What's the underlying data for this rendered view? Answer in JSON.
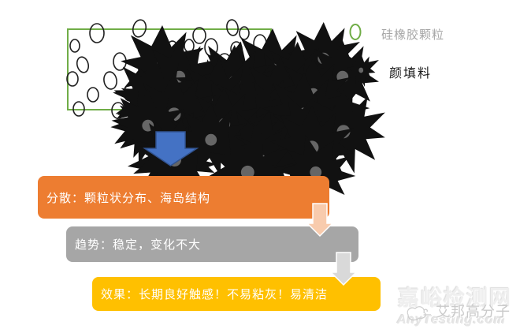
{
  "diagram": {
    "legend": {
      "items": [
        {
          "icon": "ellipse-outline",
          "label": "硅橡胶颗粒",
          "icon_color": "#70AD47",
          "text_color": "#A6A6A6"
        },
        {
          "icon": "star-splat",
          "label": "颜填料",
          "icon_color": "#111111",
          "text_color": "#1A1A1A"
        }
      ]
    },
    "specimen_box": {
      "border_color": "#70AD47",
      "ellipse_stroke_color": "#1F1F1F",
      "star_fill_color": "#111111",
      "ellipses": [
        [
          48,
          20,
          9,
          12,
          0
        ],
        [
          102,
          14,
          8,
          11,
          15
        ],
        [
          178,
          23,
          8,
          10,
          0
        ],
        [
          220,
          13,
          7,
          10,
          -10
        ],
        [
          235,
          20,
          6,
          8,
          0
        ],
        [
          255,
          33,
          8,
          11,
          0
        ],
        [
          20,
          36,
          6,
          8,
          0
        ],
        [
          143,
          40,
          7,
          10,
          10
        ],
        [
          165,
          36,
          6,
          8,
          0
        ],
        [
          193,
          38,
          8,
          11,
          0
        ],
        [
          225,
          40,
          7,
          9,
          0
        ],
        [
          30,
          60,
          7,
          10,
          -15
        ],
        [
          77,
          56,
          8,
          11,
          0
        ],
        [
          125,
          58,
          7,
          10,
          0
        ],
        [
          155,
          63,
          6,
          8,
          10
        ],
        [
          210,
          56,
          8,
          10,
          0
        ],
        [
          245,
          60,
          7,
          10,
          20
        ],
        [
          17,
          78,
          7,
          9,
          0
        ],
        [
          65,
          80,
          8,
          11,
          -10
        ],
        [
          110,
          76,
          7,
          10,
          0
        ],
        [
          183,
          78,
          7,
          9,
          0
        ],
        [
          260,
          78,
          7,
          10,
          0
        ],
        [
          43,
          98,
          7,
          9,
          0
        ],
        [
          90,
          96,
          8,
          10,
          0
        ],
        [
          147,
          100,
          7,
          9,
          15
        ],
        [
          175,
          93,
          6,
          8,
          0
        ],
        [
          230,
          96,
          8,
          10,
          -15
        ],
        [
          25,
          116,
          7,
          9,
          0
        ],
        [
          75,
          118,
          8,
          10,
          0
        ],
        [
          123,
          120,
          8,
          10,
          10
        ],
        [
          193,
          116,
          7,
          10,
          0
        ],
        [
          247,
          118,
          8,
          10,
          0
        ],
        [
          270,
          103,
          7,
          10,
          0
        ]
      ],
      "stars": [
        [
          25,
          18,
          8,
          0
        ],
        [
          67,
          20,
          8,
          25
        ],
        [
          85,
          14,
          7,
          50
        ],
        [
          125,
          20,
          8,
          10
        ],
        [
          147,
          13,
          7,
          40
        ],
        [
          165,
          22,
          8,
          0
        ],
        [
          200,
          18,
          8,
          20
        ],
        [
          243,
          13,
          7,
          0
        ],
        [
          267,
          18,
          8,
          30
        ],
        [
          37,
          40,
          8,
          15
        ],
        [
          60,
          36,
          7,
          0
        ],
        [
          83,
          40,
          8,
          35
        ],
        [
          107,
          36,
          7,
          10
        ],
        [
          130,
          42,
          7,
          0
        ],
        [
          180,
          40,
          7,
          25
        ],
        [
          210,
          38,
          7,
          0
        ],
        [
          247,
          40,
          8,
          45
        ],
        [
          267,
          36,
          7,
          0
        ],
        [
          15,
          58,
          8,
          0
        ],
        [
          53,
          60,
          7,
          30
        ],
        [
          97,
          60,
          8,
          0
        ],
        [
          140,
          56,
          7,
          20
        ],
        [
          175,
          58,
          8,
          0
        ],
        [
          193,
          62,
          7,
          15
        ],
        [
          230,
          58,
          7,
          0
        ],
        [
          263,
          56,
          8,
          40
        ],
        [
          40,
          78,
          8,
          0
        ],
        [
          87,
          80,
          7,
          30
        ],
        [
          135,
          80,
          8,
          0
        ],
        [
          160,
          76,
          7,
          20
        ],
        [
          205,
          78,
          8,
          0
        ],
        [
          235,
          80,
          7,
          15
        ],
        [
          20,
          98,
          7,
          0
        ],
        [
          65,
          100,
          8,
          25
        ],
        [
          117,
          96,
          7,
          0
        ],
        [
          163,
          98,
          8,
          15
        ],
        [
          203,
          96,
          7,
          35
        ],
        [
          255,
          100,
          8,
          0
        ],
        [
          50,
          118,
          8,
          10
        ],
        [
          100,
          116,
          7,
          0
        ],
        [
          155,
          118,
          8,
          20
        ],
        [
          215,
          120,
          8,
          0
        ],
        [
          265,
          116,
          7,
          30
        ]
      ]
    },
    "flow_arrow": {
      "fill": "#4472C4",
      "border": "#31538F"
    },
    "steps": [
      {
        "label": "分散：颗粒状分布、海岛结构",
        "color": "#ED7D31",
        "text_color": "#FFFFFF"
      },
      {
        "label": "趋势：稳定，变化不大",
        "color": "#A6A6A6",
        "text_color": "#FFFFFF"
      },
      {
        "label": "效果：长期良好触感！不易粘灰！易清洁",
        "color": "#FFC000",
        "text_color": "#FFFFFF"
      }
    ],
    "connectors": [
      {
        "color": "#F8CBAD"
      },
      {
        "color": "#D9D9D9"
      }
    ]
  },
  "watermarks": {
    "site": "嘉峪检测网",
    "brand": "艾邦高分子",
    "url": "AnyTesting.com"
  }
}
